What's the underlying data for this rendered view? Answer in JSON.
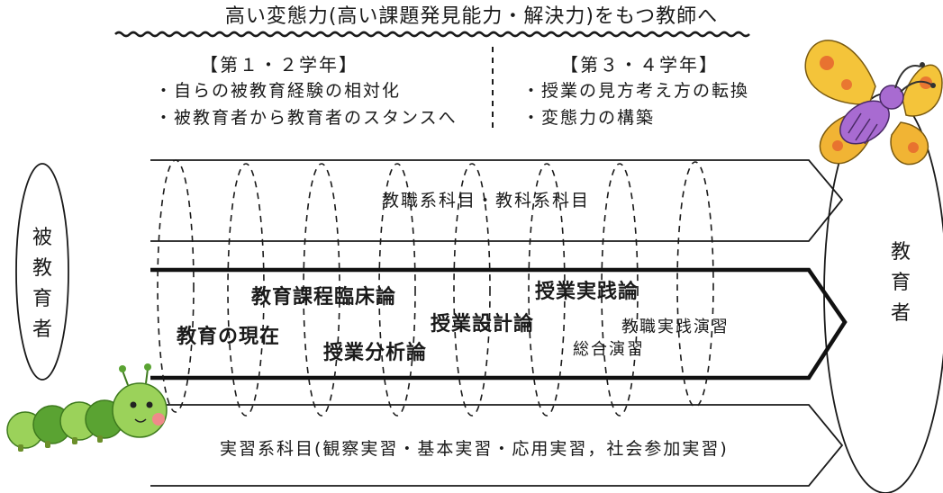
{
  "title": "高い変態力(高い課題発見能力・解決力)をもつ教師へ",
  "years": [
    {
      "heading": "【第１・２学年】",
      "points": [
        "・自らの被教育経験の相対化",
        "・被教育者から教育者のスタンスへ"
      ]
    },
    {
      "heading": "【第３・４学年】",
      "points": [
        "・授業の見方考え方の転換",
        "・変態力の構築"
      ]
    }
  ],
  "left_label": [
    "被",
    "教",
    "育",
    "者"
  ],
  "right_label": [
    "教",
    "育",
    "者"
  ],
  "bands": {
    "top": "教職系科目・教科系科目",
    "bottom": "実習系科目(観察実習・基本実習・応用実習，社会参加実習)"
  },
  "courses": {
    "genzai": "教育の現在",
    "katei": "教育課程臨床論",
    "bunseki": "授業分析論",
    "sekkei": "授業設計論",
    "jissen": "授業実践論",
    "sogo": "総合演習",
    "kyoshoku": "教職実践演習"
  },
  "colors": {
    "ink": "#1a1a1a",
    "butterfly_wing": "#f4c43a",
    "butterfly_spot": "#e4572e",
    "butterfly_body": "#a86bd1",
    "caterpillar_body": "#9bd25a",
    "caterpillar_dark": "#5aa332",
    "caterpillar_cheek": "#ef8a8a"
  }
}
